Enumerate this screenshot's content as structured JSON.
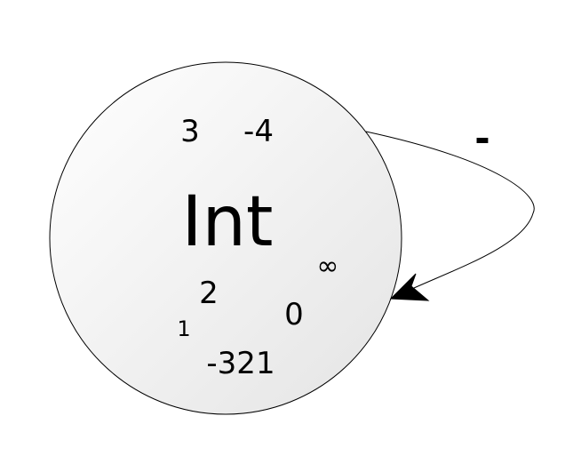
{
  "set": {
    "name": "Int",
    "members": [
      "3",
      "-4",
      "2",
      "1",
      "0",
      "∞",
      "-321"
    ]
  },
  "operation": {
    "label": "-"
  },
  "colors": {
    "circle_fill_light": "#ffffff",
    "circle_fill_dark": "#e6e6e6",
    "stroke": "#000000"
  }
}
